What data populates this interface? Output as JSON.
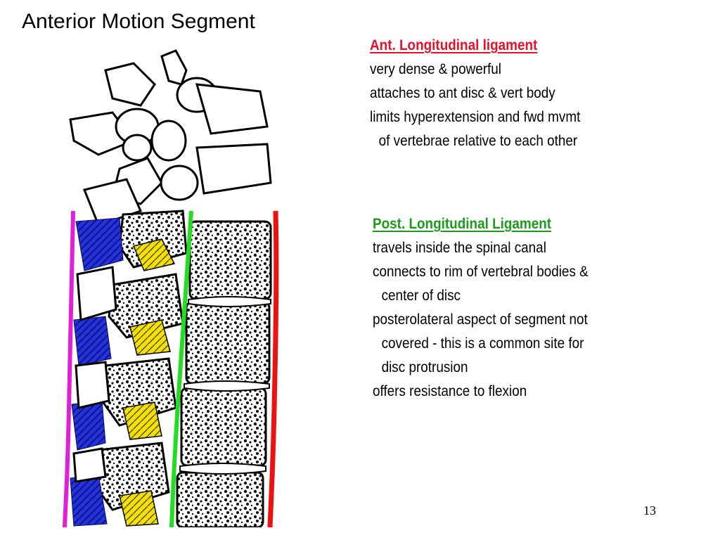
{
  "slide": {
    "title": "Anterior Motion Segment",
    "page_number": "13"
  },
  "ant_ligament": {
    "heading": "Ant. Longitudinal ligament",
    "lines": [
      "very dense & powerful",
      "attaches to ant disc & vert body",
      "limits hyperextension and fwd mvmt",
      "of vertebrae relative to each other"
    ]
  },
  "post_ligament": {
    "heading": "Post. Longitudinal Ligament",
    "lines": [
      "travels inside the spinal canal",
      "connects to rim of vertebral bodies &",
      "center of disc",
      "posterolateral aspect of segment not",
      "covered - this is a common site for",
      "disc protrusion",
      "offers resistance to flexion"
    ]
  },
  "colors": {
    "ant_heading": "#e8102a",
    "post_heading": "#1a9c1a",
    "anterior_ligament_line": "#ee1111",
    "posterior_ligament_line": "#22dd22",
    "ligamentum_flavum": "#f5e000",
    "interspinous_ligament": "#2233dd",
    "supraspinous_ligament": "#e020d8"
  }
}
